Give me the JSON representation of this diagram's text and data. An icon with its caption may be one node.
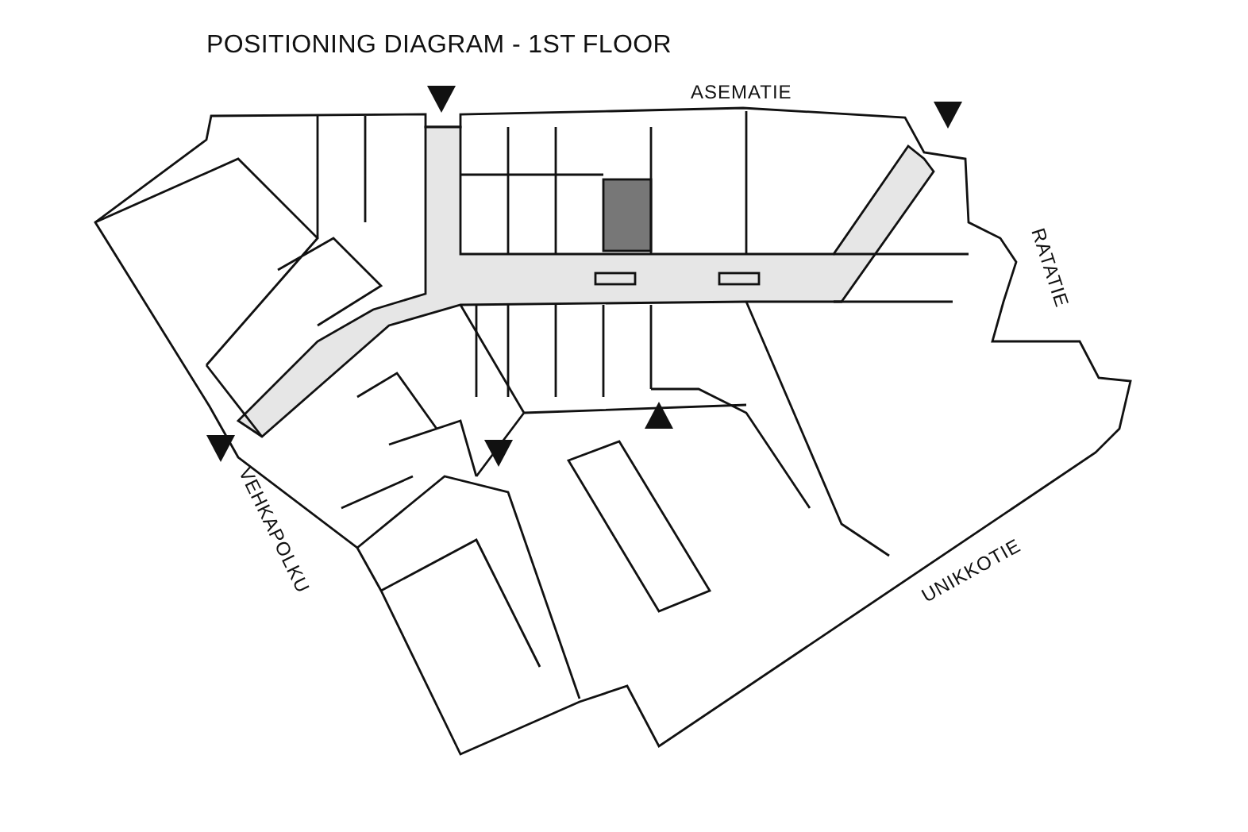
{
  "diagram": {
    "title": "POSITIONING DIAGRAM - 1ST FLOOR",
    "labels": [
      "ASEMATIE",
      "RATATIE",
      "VEHKAPOLKU",
      "UNIKKOTIE"
    ]
  }
}
